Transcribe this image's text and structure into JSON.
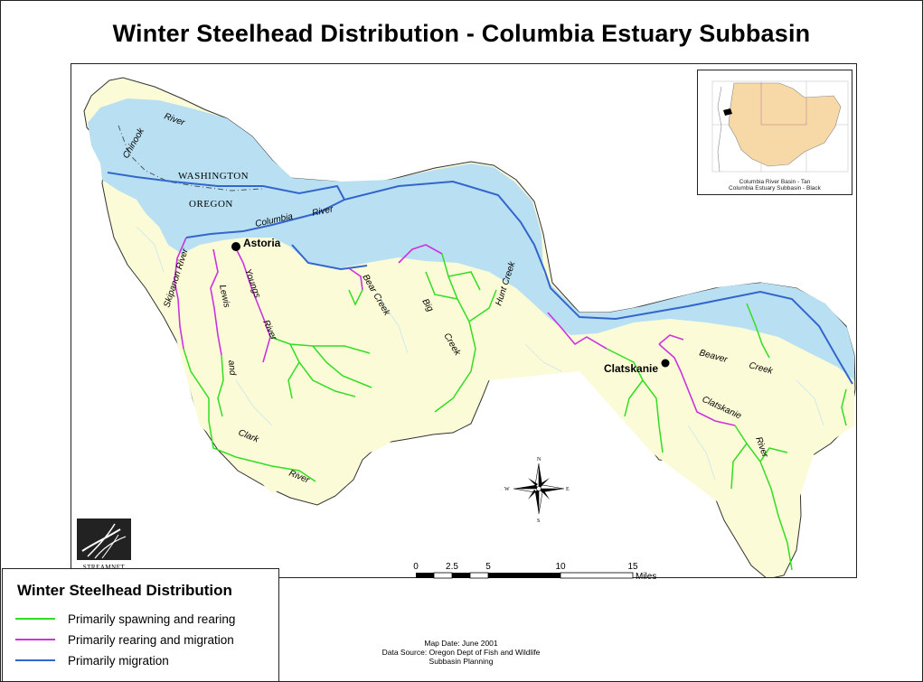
{
  "title": "Winter Steelhead Distribution - Columbia Estuary Subbasin",
  "colors": {
    "land": "#fbfbd8",
    "water": "#b9e0f2",
    "spawning": "#33dd22",
    "rearing": "#cc33dd",
    "migration": "#3366cc",
    "inset_basin": "#f7d9a8"
  },
  "map": {
    "states": [
      "WASHINGTON",
      "OREGON"
    ],
    "cities": [
      "Astoria",
      "Clatskanie"
    ],
    "rivers": {
      "chinook_1": "Chinook",
      "chinook_2": "River",
      "columbia_1": "Columbia",
      "columbia_2": "River",
      "skipanon": "Skipanon River",
      "lewis_1": "Lewis",
      "lewis_2": "and",
      "clark_1": "Clark",
      "clark_2": "River",
      "youngs_1": "Youngs",
      "youngs_2": "River",
      "bear": "Bear Creek",
      "big_1": "Big",
      "big_2": "Creek",
      "hunt": "Hunt Creek",
      "beaver_1": "Beaver",
      "beaver_2": "Creek",
      "clatskanie_1": "Clatskanie",
      "clatskanie_2": "River"
    }
  },
  "compass": {
    "n": "N",
    "s": "S",
    "e": "E",
    "w": "W"
  },
  "inset": {
    "caption_1": "Columbia River Basin - Tan",
    "caption_2": "Columbia Estuary Subbasin - Black"
  },
  "scalebar": {
    "ticks": [
      "0",
      "2.5",
      "5",
      "10",
      "15"
    ],
    "unit": "Miles"
  },
  "legend": {
    "title": "Winter Steelhead Distribution",
    "items": [
      {
        "label": "Primarily spawning and rearing",
        "color": "#33dd22"
      },
      {
        "label": "Primarily rearing and migration",
        "color": "#cc33dd"
      },
      {
        "label": "Primarily migration",
        "color": "#3366cc"
      }
    ]
  },
  "logo": {
    "text": "STREAMNET"
  },
  "meta": {
    "map_date": "Map Date:  June 2001",
    "data_source": "Data Source:  Oregon Dept of Fish and Wildlife",
    "planning": "Subbasin Planning"
  }
}
